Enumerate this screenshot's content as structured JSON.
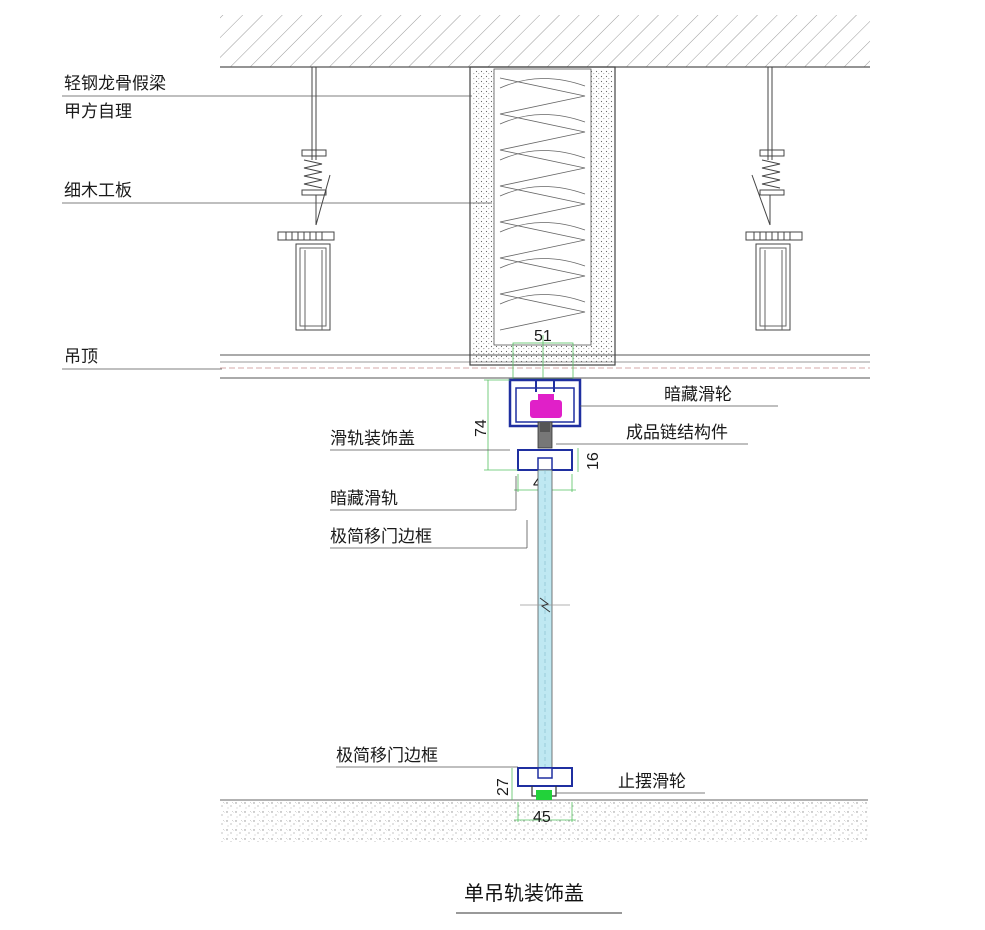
{
  "labels": {
    "light_steel_beam": "轻钢龙骨假梁",
    "paint_finish": "甲方自理",
    "blockboard": "细木工板",
    "ceiling": "吊顶",
    "rail_cover": "滑轨装饰盖",
    "hidden_rail": "暗藏滑轨",
    "door_frame_top": "极简移门边框",
    "hidden_pulley": "暗藏滑轮",
    "connector": "成品链结构件",
    "door_frame_bottom": "极简移门边框",
    "stop_pulley": "止摆滑轮"
  },
  "dimensions": {
    "top_width": "51",
    "rail_height": "74",
    "connector_height": "16",
    "rail_width": "45",
    "bottom_height": "27",
    "bottom_width": "45"
  },
  "title": "单吊轨装饰盖",
  "colors": {
    "hatch": "#9a9a9a",
    "profile_blue": "#1f2fa0",
    "pulley_magenta": "#e020c8",
    "glass_cyan": "#bfe8f2",
    "stop_green": "#22d23a",
    "dim_green": "#55c060"
  }
}
